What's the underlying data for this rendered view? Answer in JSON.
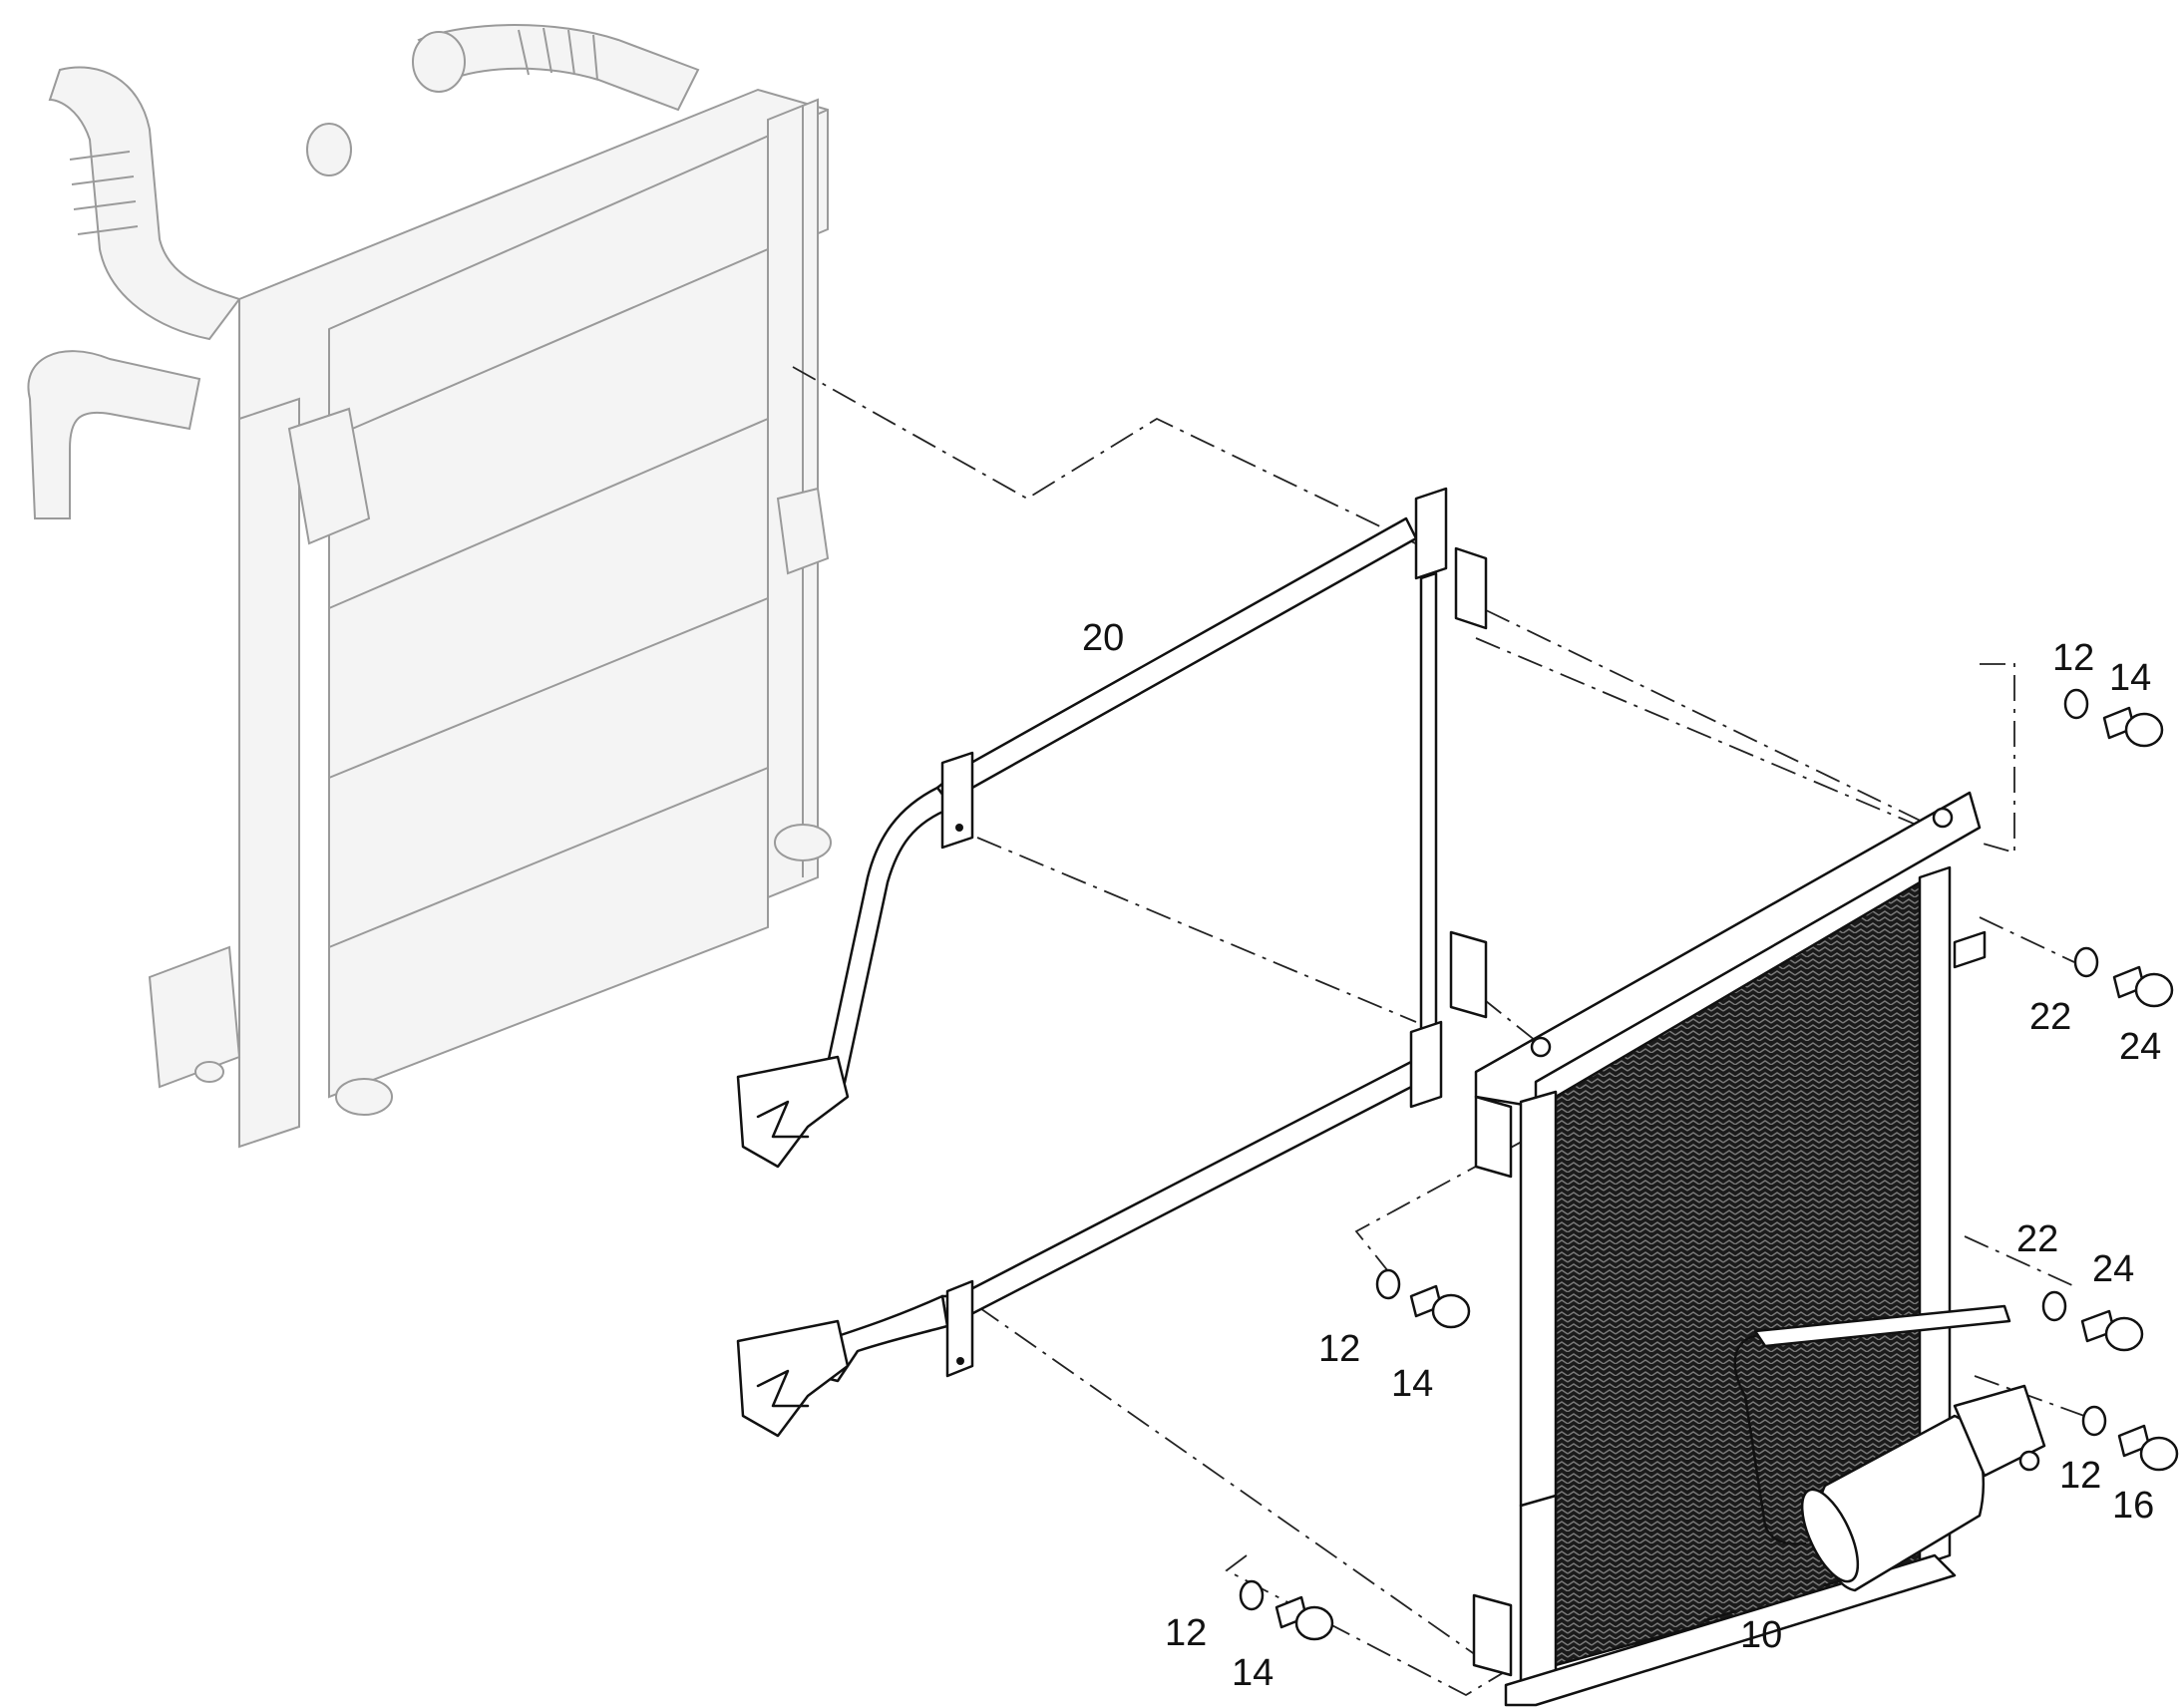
{
  "labels": {
    "bracket_assembly": "20",
    "condenser": "10",
    "upper_washer": "12",
    "upper_bolt": "14",
    "right_mid_washer": "22",
    "right_mid_bolt": "24",
    "right_low_washer": "22",
    "right_low_bolt": "24",
    "lower_right_washer": "12",
    "lower_right_bolt": "16",
    "center_washer": "12",
    "center_bolt": "14",
    "bottom_washer": "12",
    "bottom_bolt": "14"
  }
}
